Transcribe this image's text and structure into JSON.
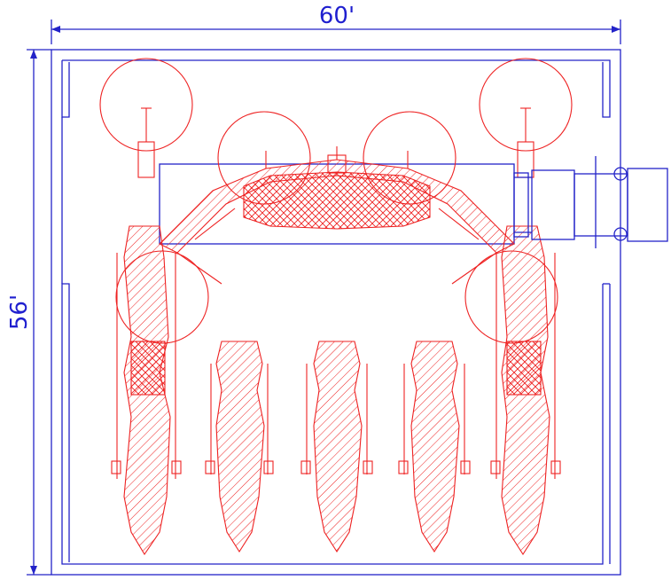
{
  "dimensions": {
    "width_label": "60'",
    "height_label": "56'"
  },
  "colors": {
    "dimension": "#2323c8",
    "equipment": "#ee2222",
    "vehicle": "#2323c8"
  },
  "floor_plan": {
    "parked_units_bottom_row": 5,
    "curved_arm_assemblies": 2
  }
}
